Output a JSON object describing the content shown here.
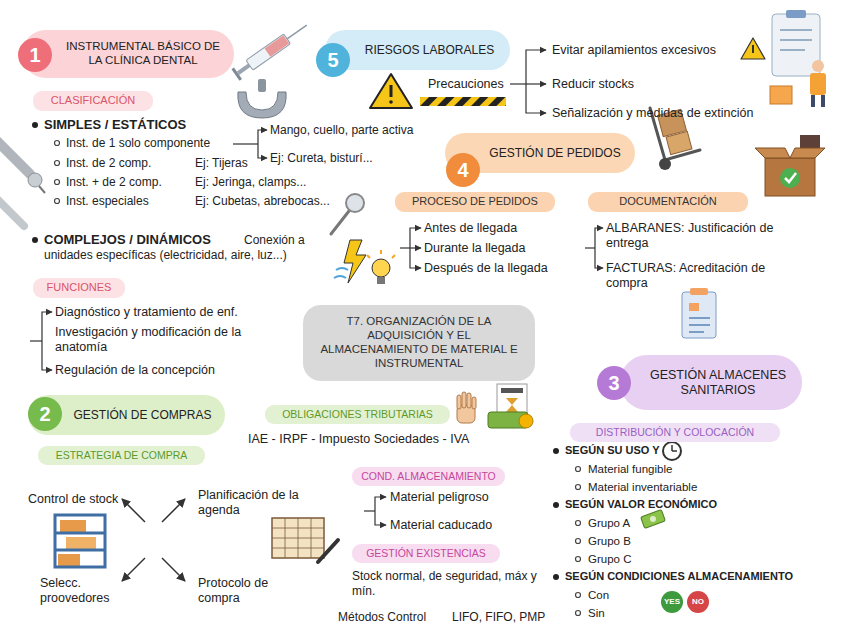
{
  "diagram": {
    "nodes": [
      {
        "text": [
          "INSTRUMENTAL BÁSICO DE LA CLÍNICA DENTAL"
        ]
      },
      {
        "text": [
          "1"
        ],
        "in": 0
      },
      {
        "text": [
          "RIESGOS LABORALES"
        ]
      },
      {
        "text": [
          "5"
        ],
        "in": 2
      },
      {
        "text": [
          "CLASIFICACIÓN"
        ]
      },
      {
        "text": [
          "GESTIÓN DE PEDIDOS"
        ]
      },
      {
        "text": [
          "4"
        ],
        "in": 5
      },
      {
        "text": [
          "FUNCIONES"
        ]
      },
      {
        "text": [
          "PROCESO DE PEDIDOS"
        ]
      },
      {
        "text": [
          "DOCUMENTACIÓN"
        ]
      },
      {
        "text": [
          "T7. ORGANIZACIÓN DE LA ADQUISICIÓN Y EL ALMACENAMIENTO DE MATERIAL E INSTRUMENTAL"
        ]
      },
      {
        "text": [
          "GESTIÓN ALMACENES SANITARIOS"
        ]
      },
      {
        "text": [
          "3"
        ],
        "in": 11
      },
      {
        "text": [
          "GESTIÓN DE COMPRAS"
        ]
      },
      {
        "text": [
          "2"
        ],
        "in": 13
      },
      {
        "text": [
          "OBLIGACIONES TRIBUTARIAS"
        ]
      },
      {
        "text": [
          "DISTRIBUCIÓN Y COLOCACIÓN"
        ]
      },
      {
        "text": [
          "ESTRATEGIA DE COMPRA"
        ]
      },
      {
        "text": [
          "COND. ALMACENAMIENTO"
        ]
      },
      {
        "text": [
          "GESTIÓN EXISTENCIAS"
        ]
      }
    ],
    "labels": [
      "SIMPLES / ESTÁTICOS",
      "Inst. de 1 solo componente",
      "Mango, cuello, parte activa",
      "Ej: Cureta, bisturí...",
      "Inst. de 2 comp.",
      "Ej: Tijeras",
      "Inst. + de 2 comp.",
      "Ej: Jeringa, clamps...",
      "Inst. especiales",
      "Ej: Cubetas, abrebocas...",
      "COMPLEJOS / DINÁMICOS",
      "Conexión a unidades específicas (electricidad, aire, luz...)",
      "Diagnóstico y tratamiento de enf.",
      "Investigación y modificación de la anatomía",
      "Regulación de la concepción",
      "Precauciones",
      "Evitar apilamientos excesivos",
      "Reducir stocks",
      "Señalización y medidas de extinción",
      "Antes de llegada",
      "Durante la llegada",
      "Después de la llegada",
      "ALBARANES: Justificación de entrega",
      "FACTURAS: Acreditación de compra",
      "IAE - IRPF - Impuesto Sociedades - IVA",
      "Control de stock",
      "Planificación de la agenda",
      "Selecc. proovedores",
      "Protocolo de compra",
      "Material peligroso",
      "Material caducado",
      "Stock normal, de seguridad, máx y mín.",
      "Métodos Control",
      "LIFO, FIFO, PMP",
      "SEGÚN SU USO Y",
      "Material fungible",
      "Material inventariable",
      "SEGÚN VALOR ECONÓMICO",
      "Grupo A",
      "Grupo B",
      "Grupo C",
      "SEGÚN CONDICIONES ALMACENAMIENTO",
      "Con",
      "Sin",
      "YES",
      "NO"
    ]
  }
}
